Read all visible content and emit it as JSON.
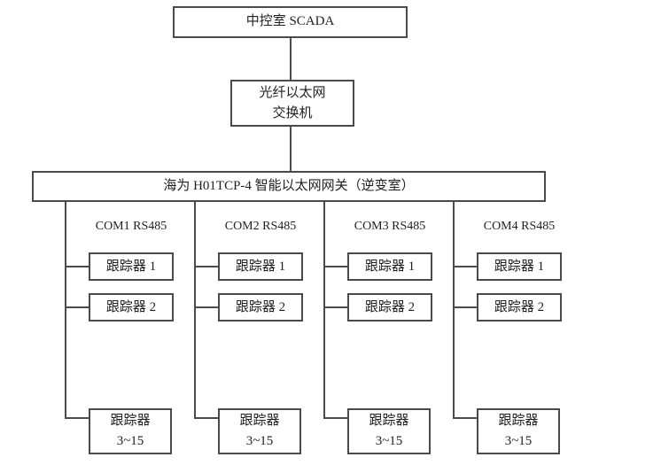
{
  "colors": {
    "background": "#ffffff",
    "line": "#4a4a4a",
    "text": "#1f1f1f"
  },
  "nodes": {
    "scada": {
      "label": "中控室 SCADA"
    },
    "switch": {
      "line1": "光纤以太网",
      "line2": "交换机"
    },
    "gateway": {
      "label": "海为 H01TCP-4 智能以太网网关（逆变室）"
    }
  },
  "columns": [
    {
      "com_label": "COM1 RS485",
      "tracker1": "跟踪器 1",
      "tracker2": "跟踪器 2",
      "group_line1": "跟踪器",
      "group_line2": "3~15"
    },
    {
      "com_label": "COM2 RS485",
      "tracker1": "跟踪器 1",
      "tracker2": "跟踪器 2",
      "group_line1": "跟踪器",
      "group_line2": "3~15"
    },
    {
      "com_label": "COM3 RS485",
      "tracker1": "跟踪器 1",
      "tracker2": "跟踪器 2",
      "group_line1": "跟踪器",
      "group_line2": "3~15"
    },
    {
      "com_label": "COM4 RS485",
      "tracker1": "跟踪器 1",
      "tracker2": "跟踪器 2",
      "group_line1": "跟踪器",
      "group_line2": "3~15"
    }
  ]
}
